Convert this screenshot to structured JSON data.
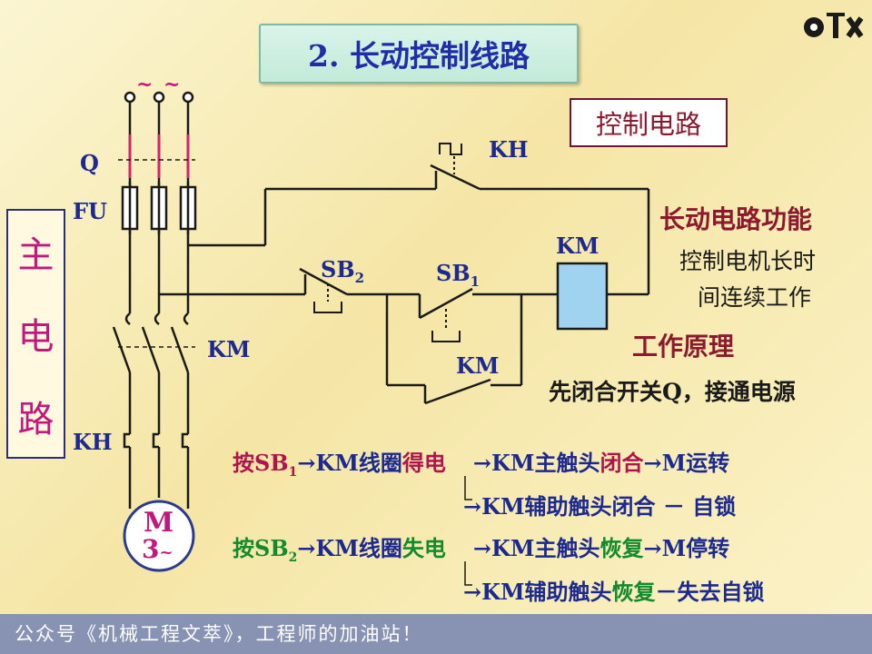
{
  "title": "2. 长动控制线路",
  "side_label": [
    "主",
    "电",
    "路"
  ],
  "control_label": "控制电路",
  "labels": {
    "ac_symbol": "~",
    "q": "Q",
    "fu": "FU",
    "km_main": "KM",
    "kh_main": "KH",
    "kh_ctrl": "KH",
    "sb2": "SB",
    "sb2_sub": "2",
    "sb1": "SB",
    "sb1_sub": "1",
    "km_coil": "KM",
    "km_aux": "KM",
    "motor_m": "M",
    "motor_3": "3",
    "motor_tilde": "~"
  },
  "function": {
    "heading": "长动电路功能",
    "line1": "控制电机长时",
    "line2": "间连续工作"
  },
  "principle": {
    "heading": "工作原理",
    "intro": "先闭合开关Q，接通电源"
  },
  "sequence": {
    "press_sb1_prefix": "按SB",
    "sb1_sub": "1",
    "press_sb1_mid": "→KM线圈",
    "energize": "得电",
    "km_main_contact": "→KM主触头",
    "close1": "闭合",
    "motor_run": "→M运转",
    "aux_prefix": "→KM辅助触头闭合 －",
    "self_lock": "自锁",
    "press_sb2_prefix": "按SB",
    "sb2_sub": "2",
    "press_sb2_mid": "→KM线圈",
    "deenergize": "失电",
    "km_main_contact2": "→KM主触头",
    "restore1": "恢复",
    "motor_stop": "→M停转",
    "aux_prefix2": "→KM辅助触头",
    "restore2": "恢复",
    "lose_lock": "－失去自锁"
  },
  "footer": "公众号《机械工程文萃》，工程师的加油站！",
  "colors": {
    "wire": "#1a1a1a",
    "accent_red": "#b0134d",
    "accent_green": "#138a2e",
    "label_blue": "#1c2a8f",
    "coil_fill": "#9fd3ef",
    "footer_bg": "#8892b3"
  }
}
